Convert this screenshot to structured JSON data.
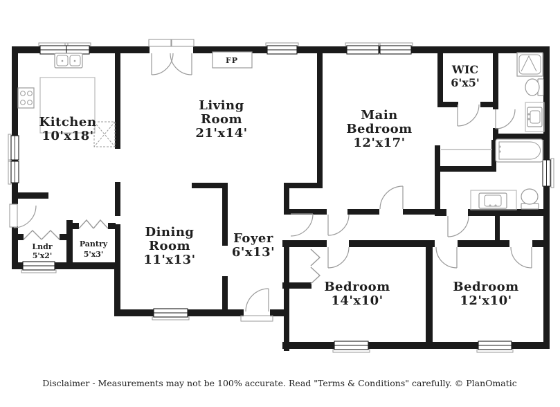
{
  "colors": {
    "wall": "#1b1b1b",
    "fixture_line": "#9a9a9a",
    "counter_line": "#b9b9b9",
    "text": "#1f1f1f",
    "background": "#ffffff"
  },
  "rooms": [
    {
      "id": "kitchen",
      "name_lines": [
        "Kitchen"
      ],
      "dims": "10'x18'"
    },
    {
      "id": "living-room",
      "name_lines": [
        "Living",
        "Room"
      ],
      "dims": "21'x14'"
    },
    {
      "id": "dining-room",
      "name_lines": [
        "Dining",
        "Room"
      ],
      "dims": "11'x13'"
    },
    {
      "id": "foyer",
      "name_lines": [
        "Foyer"
      ],
      "dims": "6'x13'"
    },
    {
      "id": "main-bedroom",
      "name_lines": [
        "Main",
        "Bedroom"
      ],
      "dims": "12'x17'"
    },
    {
      "id": "wic",
      "name_lines": [
        "WIC"
      ],
      "dims": "6'x5'"
    },
    {
      "id": "bedroom-14",
      "name_lines": [
        "Bedroom"
      ],
      "dims": "14'x10'"
    },
    {
      "id": "bedroom-12",
      "name_lines": [
        "Bedroom"
      ],
      "dims": "12'x10'"
    },
    {
      "id": "laundry",
      "name_lines": [
        "Lndr"
      ],
      "dims": "5'x2'"
    },
    {
      "id": "pantry",
      "name_lines": [
        "Pantry"
      ],
      "dims": "5'x3'"
    }
  ],
  "annotations": {
    "fireplace": "FP"
  },
  "footer": {
    "disclaimer": "Disclaimer - Measurements may not be 100% accurate. Read \"Terms & Conditions\" carefully. © PlanOmatic"
  }
}
